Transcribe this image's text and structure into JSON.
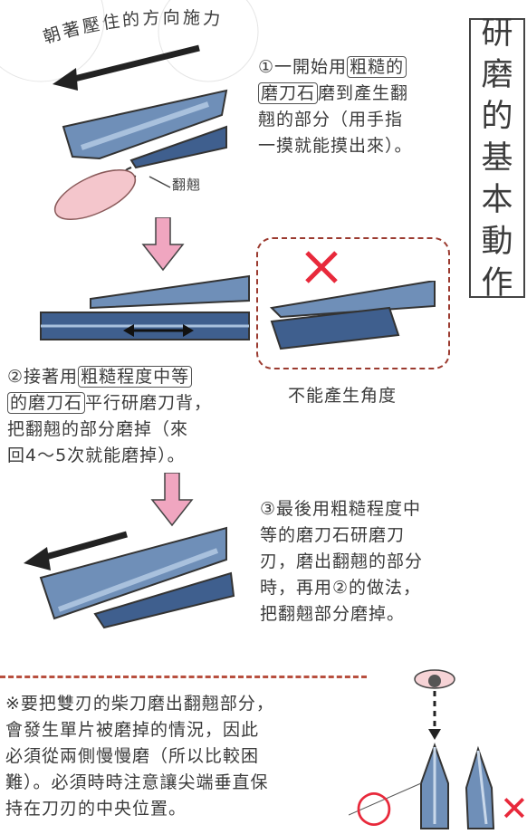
{
  "top_caption": "朝著壓住的方向施力",
  "title_chars": [
    "研",
    "磨",
    "的",
    "基",
    "本",
    "動",
    "作"
  ],
  "step1": {
    "num": "①",
    "lines": [
      {
        "pre": "一開始用",
        "boxed": "粗糙的",
        "post": ""
      },
      {
        "pre": "",
        "boxed": "磨刀石",
        "post": "磨到產生翻"
      },
      {
        "pre": "翹的部分（用手指",
        "boxed": "",
        "post": ""
      },
      {
        "pre": "一摸就能摸出來）。",
        "boxed": "",
        "post": ""
      }
    ]
  },
  "burr_label": "翻翹",
  "wrong_caption": "不能產生角度",
  "step2": {
    "num": "②",
    "line1_pre": "接著用",
    "line1_boxed": "粗糙程度中等",
    "line2_boxed": "的磨刀石",
    "line2_post": "平行研磨刀背，",
    "line3": "把翻翹的部分磨掉（來",
    "line4": "回4～5次就能磨掉）。"
  },
  "step3": {
    "num": "③",
    "lines": [
      "最後用粗糙程度中",
      "等的磨刀石研磨刀",
      "刃，磨出翻翹的部分",
      "時，再用②的做法，",
      "把翻翹部分磨掉。"
    ]
  },
  "note": {
    "lines": [
      "※要把雙刃的柴刀磨出翻翹部分，",
      "會發生單片被磨掉的情況，因此",
      "必須從兩側慢慢磨（所以比較困",
      "難）。必須時時注意讓尖端垂直保",
      "持在刀刃的中央位置。"
    ]
  },
  "marks": {
    "correct": "○",
    "wrong": "✕"
  },
  "colors": {
    "arrow_pink": "#f0a6c0",
    "cross_red": "#e8293b",
    "blade_blue": "#6f8fb8",
    "dash_red": "#a7412f"
  }
}
